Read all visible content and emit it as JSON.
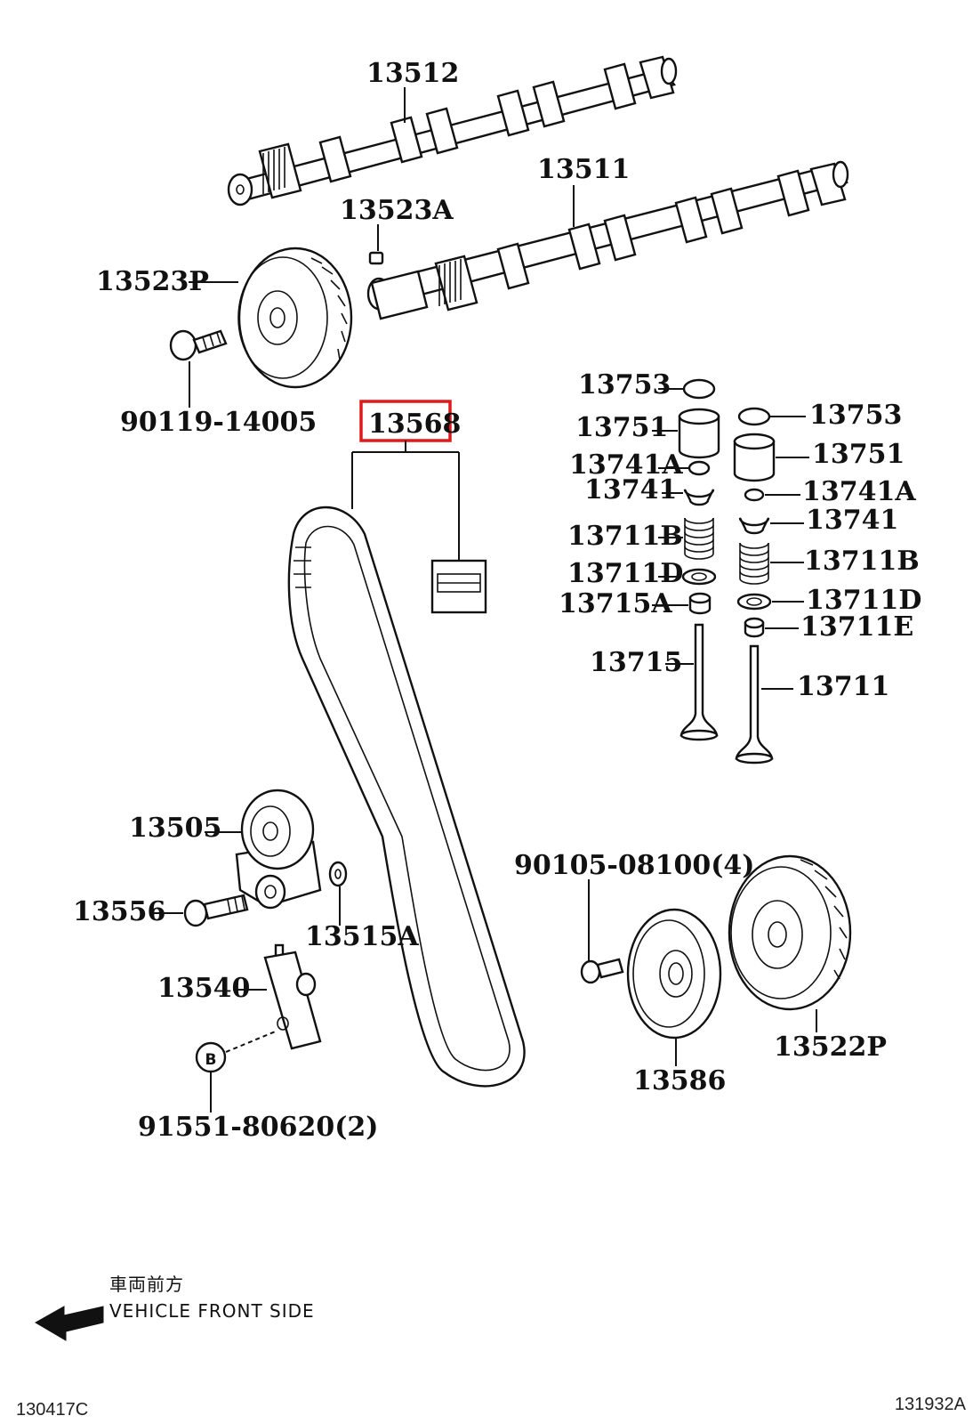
{
  "diagram": {
    "highlight_color": "#e01a1a",
    "highlighted_part": "13568",
    "callouts": {
      "p13512": "13512",
      "p13511": "13511",
      "p13523A": "13523A",
      "p13523P": "13523P",
      "p90119": "90119-14005",
      "p13568": "13568",
      "p13753a": "13753",
      "p13751a": "13751",
      "p13741Aa": "13741A",
      "p13741a": "13741",
      "p13711Ba": "13711B",
      "p13711Da": "13711D",
      "p13715A": "13715A",
      "p13715": "13715",
      "p13753b": "13753",
      "p13751b": "13751",
      "p13741Ab": "13741A",
      "p13741b": "13741",
      "p13711Bb": "13711B",
      "p13711Db": "13711D",
      "p13711E": "13711E",
      "p13711": "13711",
      "p13505": "13505",
      "p13556": "13556",
      "p13515A": "13515A",
      "p13540": "13540",
      "p91551": "91551-80620(2)",
      "p90105": "90105-08100(4)",
      "p13586": "13586",
      "p13522P": "13522P"
    },
    "circle_marker": "B",
    "front_jp": "車両前方",
    "front_en": "VEHICLE FRONT SIDE",
    "code_left": "130417C",
    "code_right": "131932A"
  },
  "icons": [
    "camshaft-icon",
    "pulley-icon",
    "bolt-icon",
    "belt-icon",
    "valve-icon",
    "spring-icon",
    "tensioner-icon",
    "arrow-left-icon"
  ]
}
